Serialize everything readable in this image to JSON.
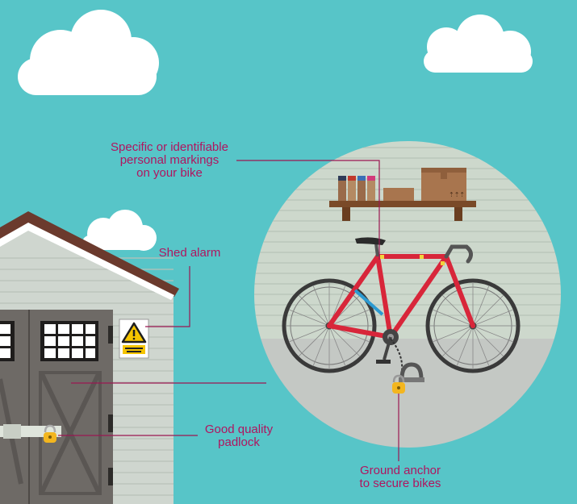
{
  "labels": {
    "markings": [
      "Specific or identifiable",
      "personal markings",
      "on your bike"
    ],
    "shed_alarm": [
      "Shed alarm"
    ],
    "padlock": [
      "Good quality",
      "padlock"
    ],
    "ground_anchor": [
      "Ground anchor",
      "to secure bikes"
    ]
  },
  "colors": {
    "sky": "#57c5c8",
    "cloud": "#ffffff",
    "wall": "#cdd8cc",
    "wall_lines": "#b7c3b7",
    "floor": "#c4c8c4",
    "shed_siding": "#cfd6cf",
    "shed_door": "#6e6a66",
    "roof": "#6b3a2d",
    "bike_frame": "#d8263a",
    "wheel": "#3a3a3a",
    "shelf": "#7a4a28",
    "box": "#a8754e",
    "label_text": "#b0155f",
    "leader_line": "#9b1752"
  },
  "icons": {
    "alarm_sign": "warning-triangle-icon",
    "padlock": "padlock-icon",
    "ground_anchor": "ground-anchor-icon"
  }
}
